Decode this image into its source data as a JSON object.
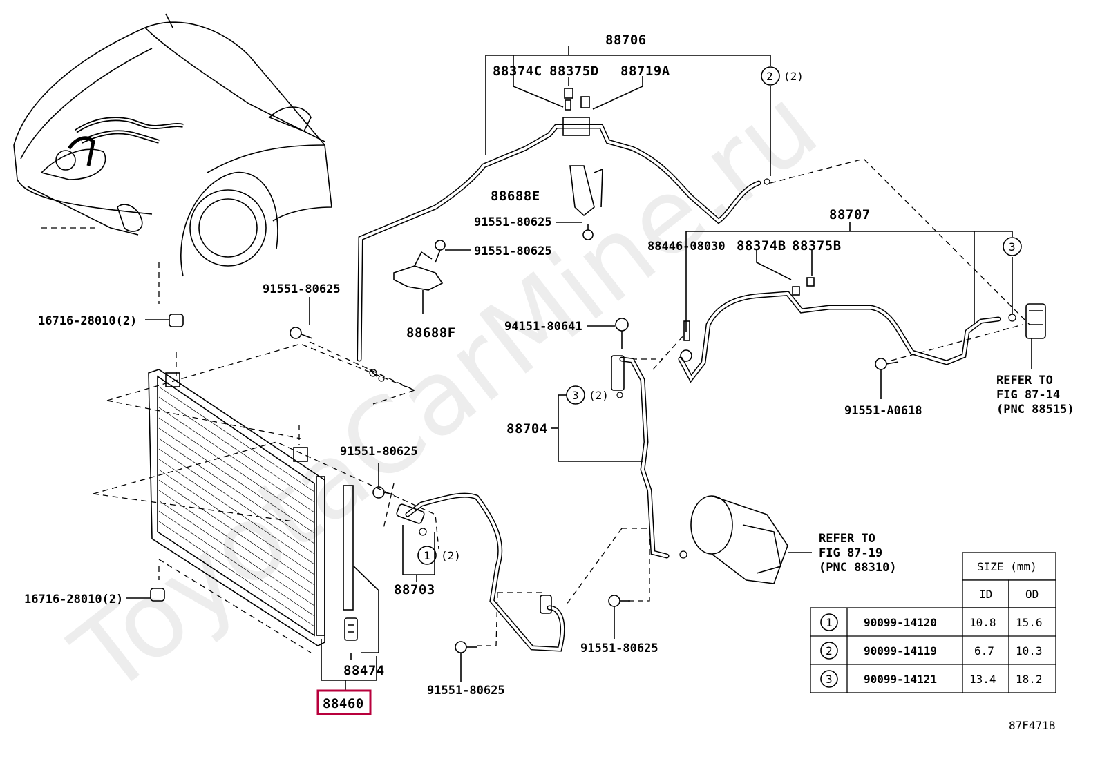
{
  "watermark": "ToyotaCarMine.ru",
  "figure_code": "87F471B",
  "highlight_color": "#b8003c",
  "parts": {
    "p88706": "88706",
    "p88374C": "88374C",
    "p88375D": "88375D",
    "p88719A": "88719A",
    "circle2_top": "2",
    "circle2_top_qty": "(2)",
    "p88688E": "88688E",
    "bolt_91551_80625_a": "91551-80625",
    "bolt_91551_80625_b": "91551-80625",
    "p88688F": "88688F",
    "p88707": "88707",
    "p88446_08030": "88446-08030",
    "p88374B": "88374B",
    "p88375B": "88375B",
    "circle3_right": "3",
    "p94151_80641": "94151-80641",
    "circle3_mid": "3",
    "circle3_mid_qty": "(2)",
    "p88704": "88704",
    "bolt_91551_A0618": "91551-A0618",
    "refer_87_14_line1": "REFER TO",
    "refer_87_14_line2": "FIG 87-14",
    "refer_87_14_line3": "(PNC 88515)",
    "bolt_91551_80625_c": "91551-80625",
    "p16716_top": "16716-28010(2)",
    "bolt_91551_80625_d": "91551-80625",
    "circle1": "1",
    "circle1_qty": "(2)",
    "p88703": "88703",
    "refer_87_19_line1": "REFER TO",
    "refer_87_19_line2": "FIG 87-19",
    "refer_87_19_line3": "(PNC 88310)",
    "p16716_bottom": "16716-28010(2)",
    "bolt_91551_80625_e": "91551-80625",
    "bolt_91551_80625_f": "91551-80625",
    "p88474": "88474",
    "p88460": "88460"
  },
  "size_table": {
    "header": "SIZE (mm)",
    "col_id": "ID",
    "col_od": "OD",
    "rows": [
      {
        "ref": "1",
        "part": "90099-14120",
        "id": "10.8",
        "od": "15.6"
      },
      {
        "ref": "2",
        "part": "90099-14119",
        "id": "6.7",
        "od": "10.3"
      },
      {
        "ref": "3",
        "part": "90099-14121",
        "id": "13.4",
        "od": "18.2"
      }
    ]
  }
}
